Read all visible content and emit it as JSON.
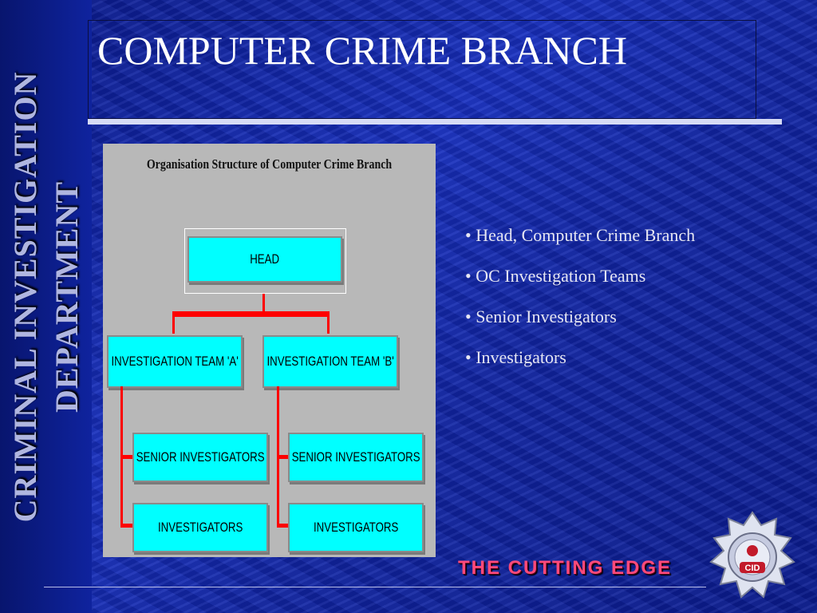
{
  "sidebar": {
    "title_line1": "CRIMINAL INVESTIGATION",
    "title_line2": "DEPARTMENT"
  },
  "slide": {
    "title": "COMPUTER CRIME BRANCH"
  },
  "org_chart": {
    "title": "Organisation Structure of Computer Crime Branch",
    "head": "HEAD",
    "team_a": "INVESTIGATION TEAM 'A'",
    "team_b": "INVESTIGATION TEAM 'B'",
    "senior_a": "SENIOR INVESTIGATORS",
    "senior_b": "SENIOR INVESTIGATORS",
    "inv_a": "INVESTIGATORS",
    "inv_b": "INVESTIGATORS"
  },
  "bullets": [
    "• Head, Computer Crime Branch",
    "• OC Investigation Teams",
    "• Senior Investigators",
    "• Investigators"
  ],
  "footer": {
    "tagline": "THE CUTTING EDGE"
  },
  "badge": {
    "label": "CID",
    "icon": "police-star-badge-icon"
  },
  "colors": {
    "box_fill": "#00ffff",
    "connector": "#ff0000",
    "tagline": "#ff4a7a"
  }
}
